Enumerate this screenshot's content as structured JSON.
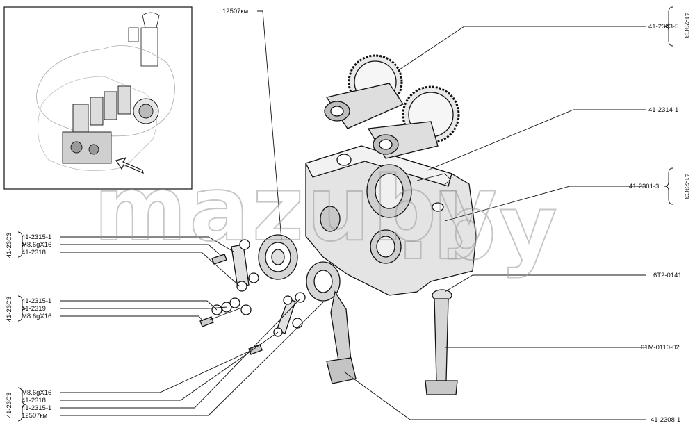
{
  "watermark": "mazuby",
  "watermark_suffix": ".by",
  "labels": {
    "bearing_top": "12507км",
    "gear_cam": "41-2303-5",
    "shaft": "41-2314-1",
    "housing": "41-2301-3",
    "plug": "6Т2-0141",
    "bolt_long": "01М-0110-02",
    "drive_shaft": "41-2308-1"
  },
  "left_groups": {
    "g1": [
      "41-2315-1",
      "М8.6gX16",
      "41-2318"
    ],
    "g2": [
      "41-2315-1",
      "41-2319",
      "М8.6gX16"
    ],
    "g3": [
      "М8.6gX16",
      "41-2318",
      "41-2315-1",
      "12507км"
    ]
  },
  "group_codes": {
    "right_top": "41-23С3",
    "right_mid": "41-23С3",
    "left_1": "41-23С3",
    "left_2": "41-23С3",
    "left_3": "41-23С3"
  }
}
